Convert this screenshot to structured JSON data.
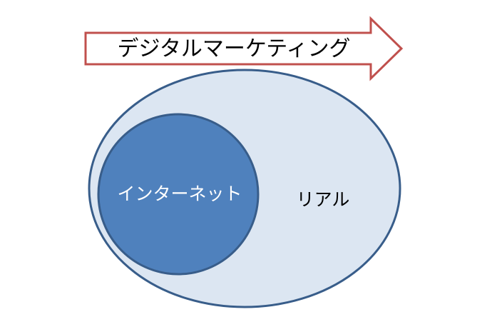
{
  "arrow": {
    "label": "デジタルマーケティング",
    "stroke_color": "#c0504d",
    "fill_color": "#ffffff"
  },
  "outer_set": {
    "label": "リアル",
    "fill_color": "#dce6f2",
    "stroke_color": "#385d8a"
  },
  "inner_set": {
    "label": "インターネット",
    "fill_color": "#4f81bd",
    "stroke_color": "#385d8a",
    "text_color": "#ffffff"
  }
}
